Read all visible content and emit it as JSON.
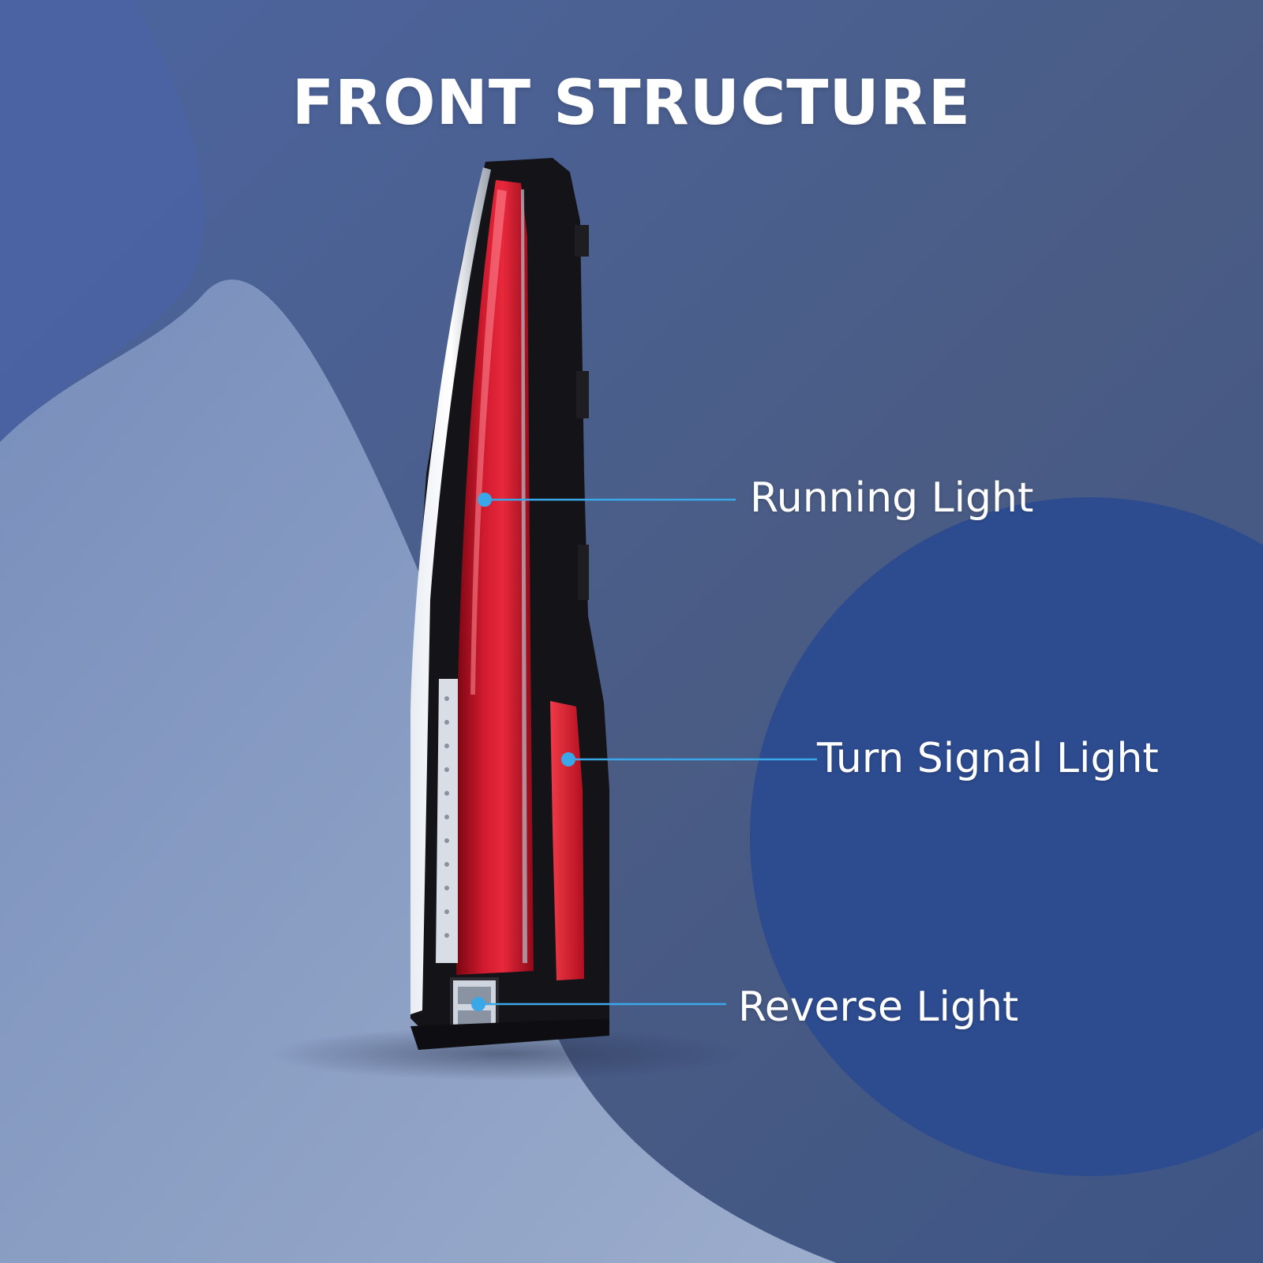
{
  "title": "FRONT STRUCTURE",
  "callouts": {
    "running": "Running Light",
    "turn_signal": "Turn Signal Light",
    "reverse": "Reverse Light"
  },
  "colors": {
    "background_base": "#4a5f88",
    "background_light": "#9aaccc",
    "blob_blue": "#2c4a8e",
    "callout_line": "#3aa8e8",
    "lamp_red": "#c8102e",
    "lamp_housing": "#141418"
  }
}
